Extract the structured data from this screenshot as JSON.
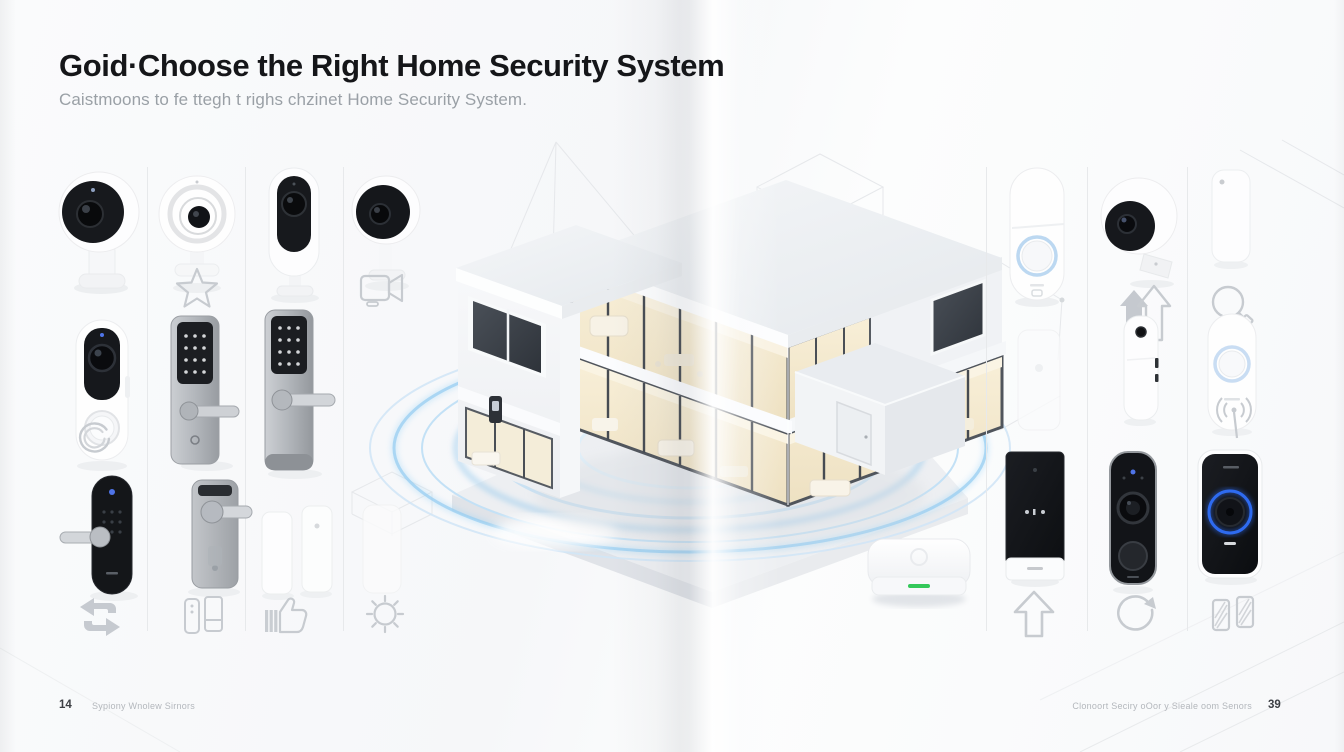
{
  "header": {
    "title": "Goid·Choose the Right Home Security System",
    "subtitle": "Caistmoons to fe ttegh t righs chzinet Home Security System."
  },
  "footer": {
    "left_page_number": "14",
    "left_caption": "Sypiony Wnolew Sirnors",
    "right_caption": "Clonoort Seciry oOor y Sieale oom Senors",
    "right_page_number": "39"
  },
  "colors": {
    "ring_blue": "#8cc5ec",
    "doorbell_ring_blue": "#2e6bf0",
    "button_glow_blue": "#b5d4f0",
    "led_green": "#34c85a",
    "title_text": "#151619",
    "muted_text": "#9aa0a6",
    "caption_text": "#b3b7bc",
    "divider": "#e7e9eb",
    "icon_gray": "#c7cbd0",
    "device_black": "#16181c",
    "device_silver": "#b4b8bd"
  },
  "left_grid": {
    "row1_devices": [
      "indoor-camera-cube",
      "indoor-camera-ring",
      "indoor-camera-oval",
      "indoor-camera-round"
    ],
    "row1_icons": [
      "star-icon",
      "video-camera-icon"
    ],
    "row2_devices": [
      "battery-doorbell-camera",
      "keypad-smart-lock",
      "keypad-smart-lock-with-handle"
    ],
    "row2_icons": [
      "ripple-circle-icon"
    ],
    "row3_devices": [
      "black-smart-lock",
      "lever-handle-lock",
      "door-window-sensor-pair",
      "door-window-sensor-faded"
    ],
    "row3_icons": [
      "swap-arrows-icon",
      "sensor-pair-icon",
      "thumbs-up-icon",
      "sun-icon"
    ]
  },
  "right_grid": {
    "row1_devices": [
      "white-video-doorbell",
      "outdoor-camera",
      "mini-door-sensor"
    ],
    "row1_icons": [
      "double-up-arrow-icon",
      "magnifier-icon"
    ],
    "row2_devices": [
      "faded-door-sensor",
      "motion-sensor",
      "white-doorbell-button"
    ],
    "row2_icons": [
      "broadcast-antenna-icon"
    ],
    "row3_devices": [
      "black-wall-panel",
      "black-video-doorbell",
      "black-ring-doorbell"
    ],
    "row3_icons": [
      "up-arrow-icon",
      "refresh-icon",
      "battery-pair-icon"
    ]
  },
  "center": {
    "illustration": "isometric-smart-home-with-detection-rings",
    "hub_device": "smart-hub-gateway"
  }
}
